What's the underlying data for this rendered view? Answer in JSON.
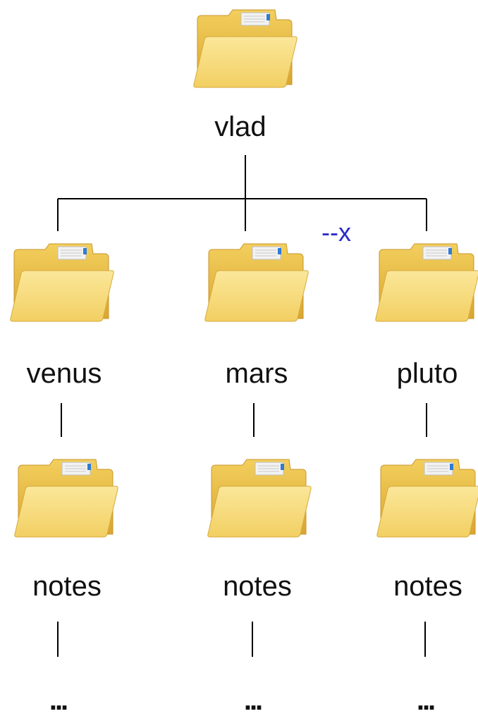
{
  "root": {
    "label": "vlad"
  },
  "children": [
    {
      "label": "venus",
      "sub": "notes",
      "more": "..."
    },
    {
      "label": "mars",
      "sub": "notes",
      "more": "..."
    },
    {
      "label": "pluto",
      "sub": "notes",
      "more": "...",
      "permission": "--x"
    }
  ],
  "colors": {
    "line": "#000000",
    "permission": "#2a2acc",
    "folder_body": "#f7d96b",
    "folder_back": "#e8b93e"
  },
  "icons": [
    "folder-icon"
  ]
}
